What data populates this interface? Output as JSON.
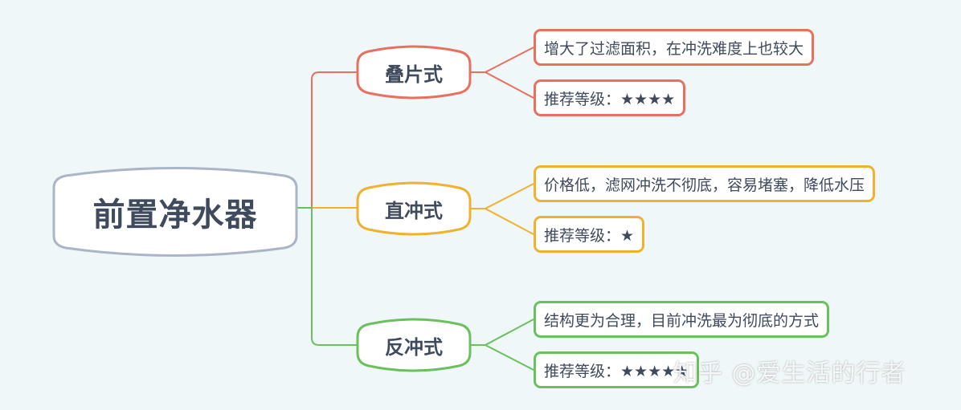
{
  "root": {
    "label": "前置净水器",
    "border_color": "#aab5c6"
  },
  "branches": [
    {
      "label": "叠片式",
      "color": "#e8705f",
      "leaves": [
        "增大了过滤面积，在冲洗难度上也较大",
        "推荐等级：★★★★"
      ]
    },
    {
      "label": "直冲式",
      "color": "#f0b12e",
      "leaves": [
        "价格低，滤网冲洗不彻底，容易堵塞，降低水压",
        "推荐等级：★"
      ]
    },
    {
      "label": "反冲式",
      "color": "#6bc05e",
      "leaves": [
        "结构更为合理，目前冲洗最为彻底的方式",
        "推荐等级：★★★★★"
      ]
    }
  ],
  "watermark": "知乎 @爱生活的行者"
}
